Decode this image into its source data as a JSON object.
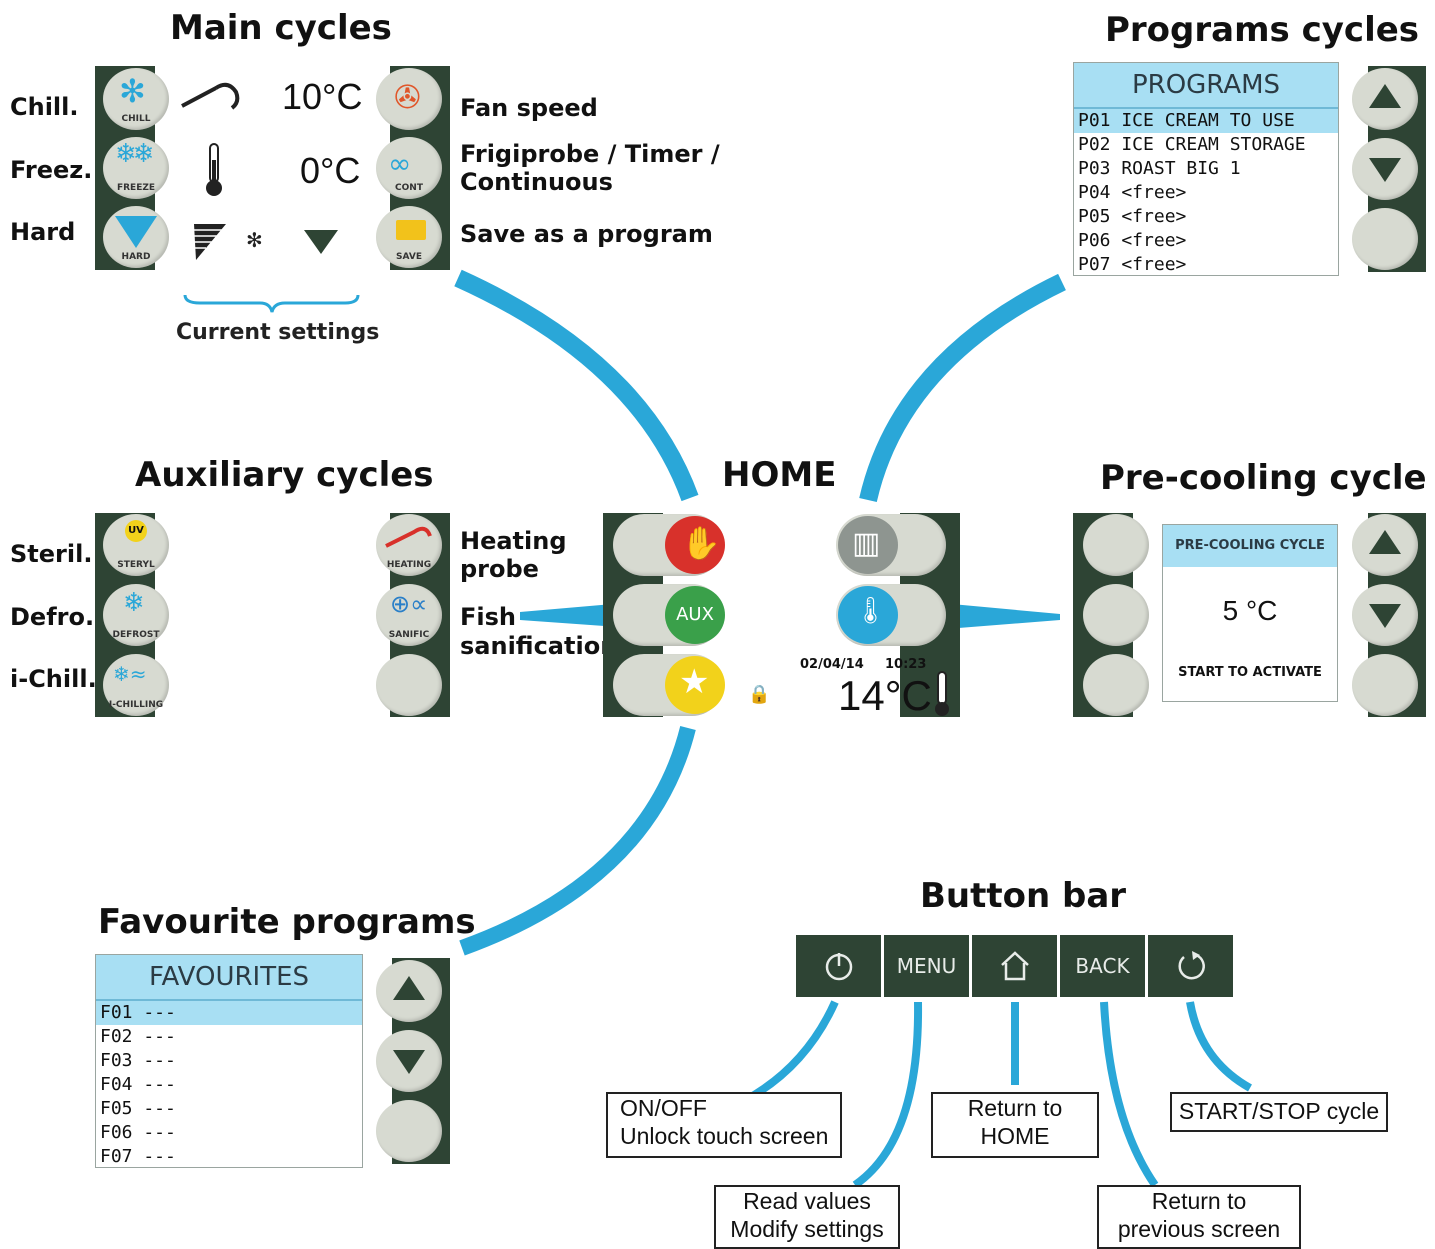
{
  "sections": {
    "main": "Main cycles",
    "programs": "Programs cycles",
    "auxiliary": "Auxiliary cycles",
    "home": "HOME",
    "precooling": "Pre-cooling cycle",
    "favourites": "Favourite programs",
    "buttonbar": "Button bar"
  },
  "main_cycles": {
    "left_labels": [
      "Chill.",
      "Freez.",
      "Hard"
    ],
    "button_captions": [
      "CHILL",
      "FREEZE",
      "HARD",
      "CONT",
      "SAVE"
    ],
    "temp1": "10°C",
    "temp2": "0°C",
    "right_labels": {
      "fan": "Fan speed",
      "frigiprobe_1": "Frigiprobe / Timer /",
      "frigiprobe_2": "Continuous",
      "save": "Save as a program"
    },
    "current_settings": "Current settings"
  },
  "programs": {
    "header": "PROGRAMS",
    "items": [
      "P01 ICE CREAM TO USE",
      "P02 ICE CREAM STORAGE",
      "P03 ROAST BIG 1",
      "P04 <free>",
      "P05 <free>",
      "P06 <free>",
      "P07 <free>"
    ],
    "selected_index": 0
  },
  "auxiliary": {
    "left_labels": [
      "Steril.",
      "Defro.",
      "i-Chill."
    ],
    "button_captions": [
      "STERYL",
      "DEFROST",
      "I-CHILLING",
      "HEATING",
      "SANIFIC"
    ],
    "uv_text": "UV",
    "right_labels": {
      "heating_1": "Heating",
      "heating_2": "probe",
      "fish_1": "Fish",
      "fish_2": "sanification"
    }
  },
  "home": {
    "aux_label": "AUX",
    "date": "02/04/14",
    "time": "10:23",
    "temperature": "14°C"
  },
  "precooling": {
    "header": "PRE-COOLING CYCLE",
    "value": "5 °C",
    "footer": "START TO ACTIVATE"
  },
  "favourites": {
    "header": "FAVOURITES",
    "items": [
      "F01 ---",
      "F02 ---",
      "F03 ---",
      "F04 ---",
      "F05 ---",
      "F06 ---",
      "F07 ---"
    ],
    "selected_index": 0
  },
  "button_bar": {
    "buttons": [
      {
        "name": "power",
        "label": "",
        "icon": "power-icon"
      },
      {
        "name": "menu",
        "label": "MENU"
      },
      {
        "name": "home",
        "label": "",
        "icon": "home-icon"
      },
      {
        "name": "back",
        "label": "BACK"
      },
      {
        "name": "startstop",
        "label": "",
        "icon": "restart-icon"
      }
    ],
    "callouts": {
      "onoff_1": "ON/OFF",
      "onoff_2": "Unlock touch screen",
      "read_1": "Read values",
      "read_2": "Modify settings",
      "home_1": "Return to",
      "home_2": "HOME",
      "prev_1": "Return to",
      "prev_2": "previous screen",
      "start": "START/STOP cycle"
    }
  },
  "colors": {
    "dark_green": "#2e4434",
    "accent_blue": "#2aa7d8",
    "highlight": "#a8dff3",
    "red": "#d8312b",
    "green": "#3aa04a",
    "yellow": "#f2d21b"
  }
}
